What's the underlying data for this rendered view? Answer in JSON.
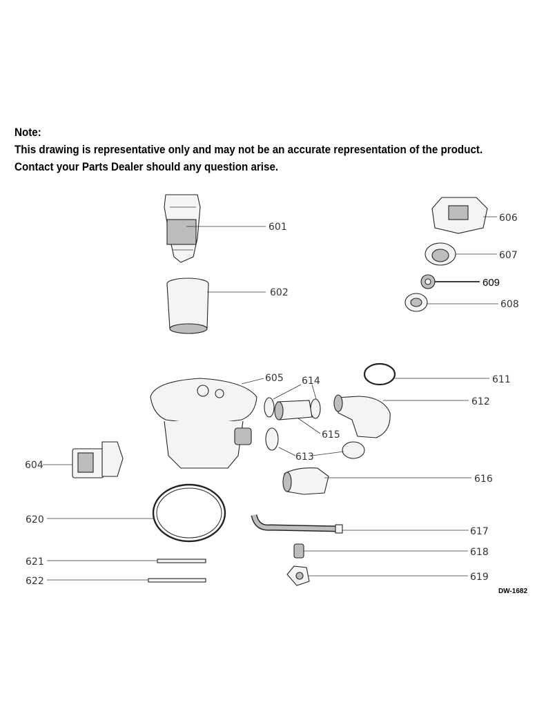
{
  "note": {
    "title": "Note:",
    "line1": "This drawing is representative only and may not be an accurate representation of the product.",
    "line2": "Contact your Parts Dealer should any question arise."
  },
  "parts": {
    "p601": "601",
    "p602": "602",
    "p604": "604",
    "p605": "605",
    "p606": "606",
    "p607": "607",
    "p608": "608",
    "p609": "609",
    "p611": "611",
    "p612": "612",
    "p613": "613",
    "p614": "614",
    "p615": "615",
    "p616": "616",
    "p617": "617",
    "p618": "618",
    "p619": "619",
    "p620": "620",
    "p621": "621",
    "p622": "622"
  },
  "drawing_code": "DW-1682"
}
